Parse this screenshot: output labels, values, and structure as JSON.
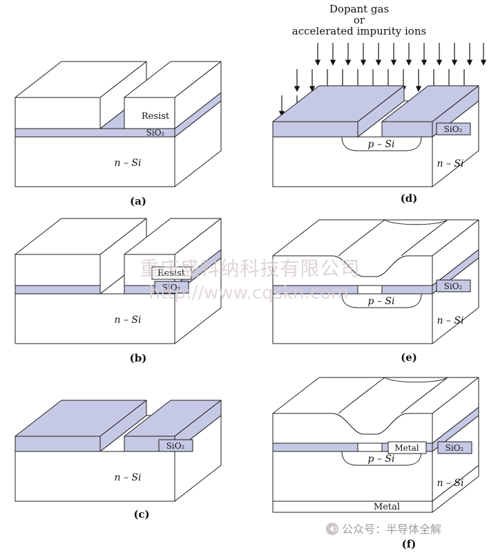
{
  "panels": {
    "a": {
      "caption": "(a)",
      "labels": {
        "resist": "Resist",
        "sio2": "SiO₂",
        "substrate": "n – Si"
      }
    },
    "b": {
      "caption": "(b)",
      "labels": {
        "resist": "Resist",
        "sio2": "SiO₂",
        "substrate": "n – Si"
      }
    },
    "c": {
      "caption": "(c)",
      "labels": {
        "sio2": "SiO₂",
        "substrate": "n – Si"
      }
    },
    "d": {
      "caption": "(d)",
      "header_line1": "Dopant gas",
      "header_line2": "or",
      "header_line3": "accelerated impurity ions",
      "labels": {
        "sio2": "SiO₂",
        "well": "p – Si",
        "substrate": "n – Si"
      }
    },
    "e": {
      "caption": "(e)",
      "labels": {
        "sio2": "SiO₂",
        "well": "p – Si",
        "substrate": "n – Si"
      }
    },
    "f": {
      "caption": "(f)",
      "labels": {
        "metal_contact": "Metal",
        "sio2": "SiO₂",
        "well": "p – Si",
        "substrate": "n – Si",
        "metal_back": "Metal"
      }
    }
  },
  "watermark": {
    "company": "重庆盛科纳科技有限公司",
    "url": "http://www.cqskn.com"
  },
  "footer": {
    "icon": "wechat-official-account-icon",
    "text": "公众号：半导体全解"
  },
  "colors": {
    "oxide_fill": "#c6c9e5",
    "outline": "#1c1c1c",
    "watermark_text": "#d8caca",
    "footer_text": "#a29c9c",
    "background": "#ffffff"
  }
}
